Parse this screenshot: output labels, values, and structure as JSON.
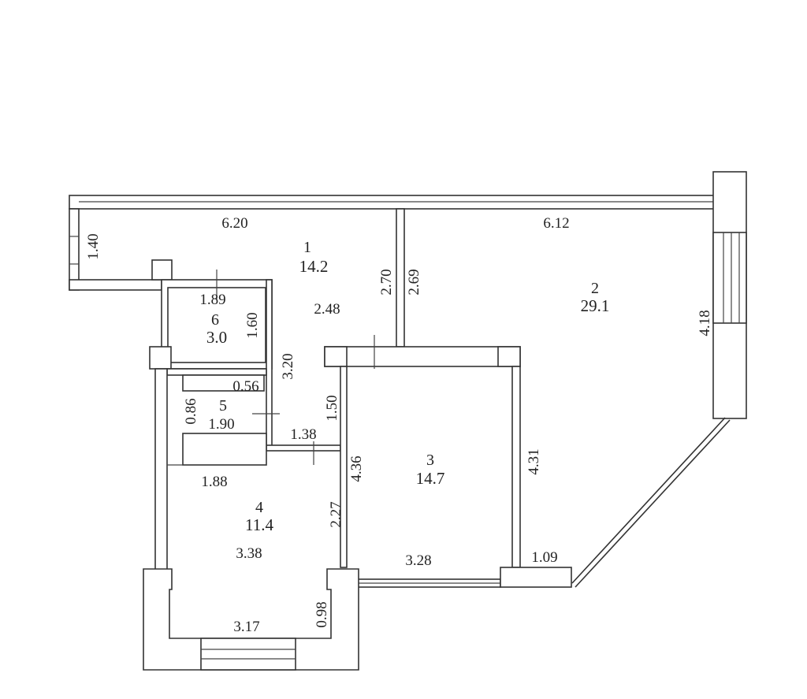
{
  "rooms": [
    {
      "number": "1",
      "area": "14.2"
    },
    {
      "number": "2",
      "area": "29.1"
    },
    {
      "number": "3",
      "area": "14.7"
    },
    {
      "number": "4",
      "area": "11.4"
    },
    {
      "number": "5",
      "area": ""
    },
    {
      "number": "6",
      "area": "3.0"
    }
  ],
  "dimensions": {
    "r1_top": "6.20",
    "r1_left": "1.40",
    "r1_width": "2.48",
    "r1_wall_a": "2.70",
    "r1_wall_b": "2.69",
    "r1_corridor": "3.20",
    "r1_corridor_lower": "1.50",
    "r1_corridor_bottom": "1.38",
    "r2_top": "6.12",
    "r2_right": "4.18",
    "r2_left": "4.31",
    "r2_bottom": "1.09",
    "r3_left": "4.36",
    "r3_bottom": "3.28",
    "r4_top": "1.88",
    "r4_right": "2.27",
    "r4_width": "3.38",
    "r4_balcony_width": "3.17",
    "r4_balcony_depth": "0.98",
    "r5_top": "0.56",
    "r5_left": "0.86",
    "r5_width": "1.90",
    "r6_top": "1.89",
    "r6_right": "1.60"
  }
}
